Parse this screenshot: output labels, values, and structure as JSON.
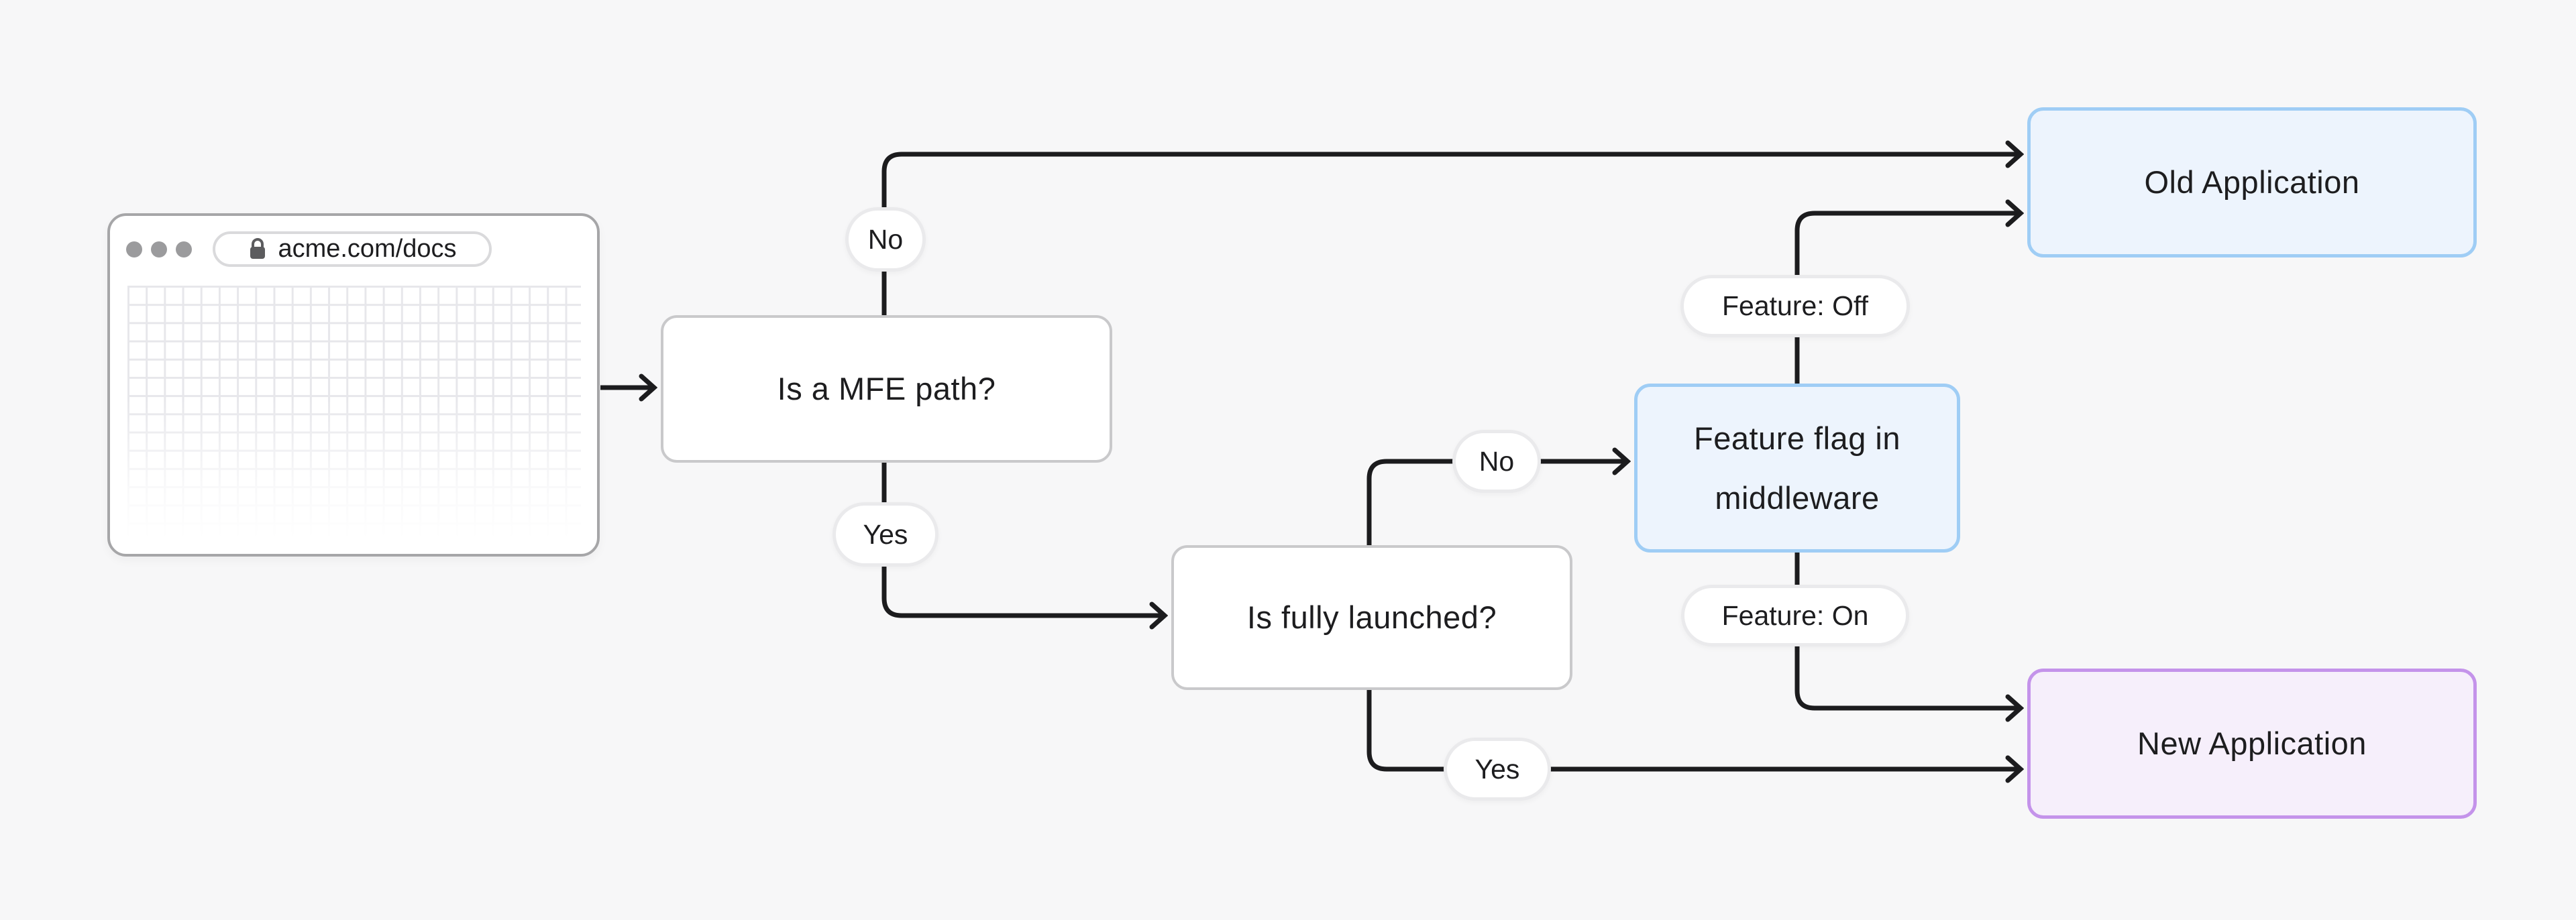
{
  "flowchart": {
    "browser": {
      "url": "acme.com/docs"
    },
    "nodes": {
      "mfe_question": "Is a MFE path?",
      "launched_question": "Is fully launched?",
      "feature_flag": "Feature flag in middleware",
      "old_app": "Old Application",
      "new_app": "New Application"
    },
    "edge_labels": {
      "no_top": "No",
      "yes_first": "Yes",
      "no_second": "No",
      "yes_second": "Yes",
      "feature_off": "Feature: Off",
      "feature_on": "Feature: On"
    },
    "colors": {
      "background": "#f7f7f8",
      "connector_line": "#1c1c1e",
      "white_node_border": "#c9c9cb",
      "blue_node_fill": "#edf4fd",
      "blue_node_border": "#9fcdf5",
      "purple_node_fill": "#f6effb",
      "purple_node_border": "#c493ea"
    }
  }
}
